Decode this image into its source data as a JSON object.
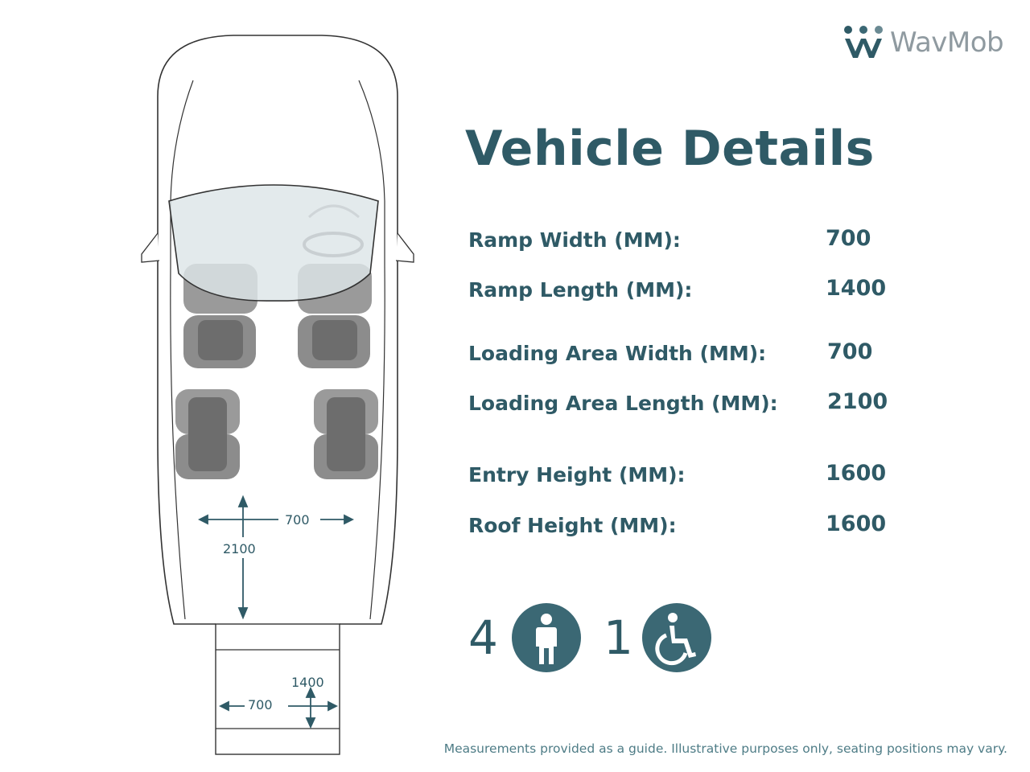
{
  "brand": {
    "name": "WavMob"
  },
  "title": "Vehicle Details",
  "specs": [
    {
      "label": "Ramp Width (MM):",
      "value": "700"
    },
    {
      "label": "Ramp Length (MM):",
      "value": "1400"
    },
    {
      "label": "Loading Area Width (MM):",
      "value": "700"
    },
    {
      "label": "Loading Area Length (MM):",
      "value": "2100"
    },
    {
      "label": "Entry Height (MM):",
      "value": "1600"
    },
    {
      "label": "Roof Height (MM):",
      "value": "1600"
    }
  ],
  "occupancy": {
    "seated_count": "4",
    "seated_icon": "person-icon",
    "wheelchair_count": "1",
    "wheelchair_icon": "wheelchair-icon"
  },
  "diagram": {
    "loading_width": "700",
    "loading_length": "2100",
    "ramp_length": "1400",
    "ramp_width": "700"
  },
  "disclaimer": "Measurements provided as a guide. Illustrative purposes only, seating positions may vary.",
  "colors": {
    "primary": "#2f5a66",
    "icon_circle": "#3b6874",
    "logo_grey": "#8f9aa0",
    "seat_grey": "#8c8c8c",
    "windshield": "#dde5e8"
  }
}
